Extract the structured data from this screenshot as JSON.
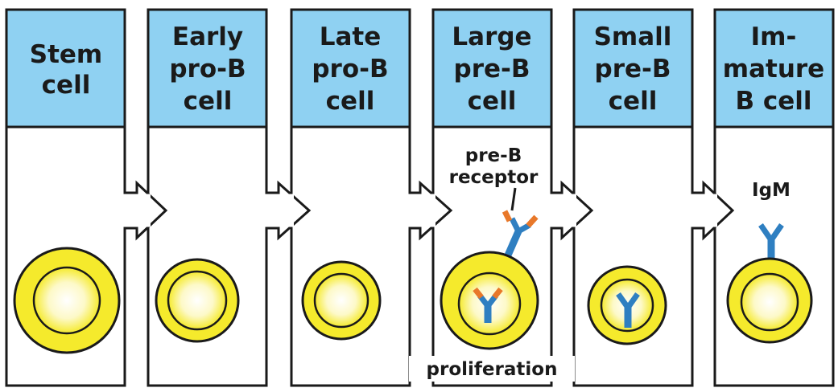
{
  "colors": {
    "header_fill": "#8fd1f2",
    "outline": "#1a1a1a",
    "cell_yellow": "#f5ea2c",
    "nucleus_glow": "#fefbe0",
    "receptor_blue": "#2f7fc1",
    "receptor_orange": "#e8782a",
    "background": "#ffffff"
  },
  "stages": [
    {
      "id": "stem",
      "label_lines": [
        "Stem",
        "cell"
      ]
    },
    {
      "id": "early-pro-b",
      "label_lines": [
        "Early",
        "pro-B",
        "cell"
      ]
    },
    {
      "id": "late-pro-b",
      "label_lines": [
        "Late",
        "pro-B",
        "cell"
      ]
    },
    {
      "id": "large-pre-b",
      "label_lines": [
        "Large",
        "pre-B",
        "cell"
      ]
    },
    {
      "id": "small-pre-b",
      "label_lines": [
        "Small",
        "pre-B",
        "cell"
      ]
    },
    {
      "id": "immature-b",
      "label_lines": [
        "Im-",
        "mature",
        "B cell"
      ]
    }
  ],
  "annotations": {
    "pre_b_receptor": [
      "pre-B",
      "receptor"
    ],
    "igm": "IgM",
    "proliferation": "proliferation"
  }
}
